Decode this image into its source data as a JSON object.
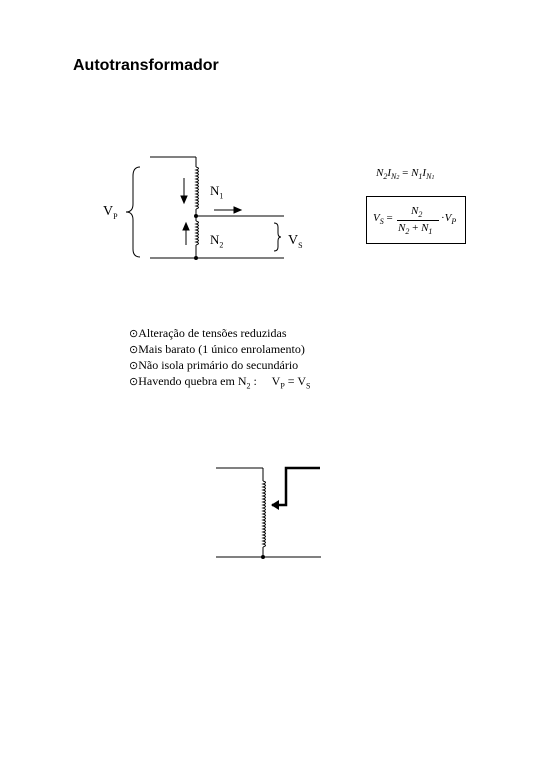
{
  "title": "Autotransformador",
  "diagram1": {
    "n1": "N",
    "n1_sub": "1",
    "n2": "N",
    "n2_sub": "2",
    "vp": "V",
    "vp_sub": "P",
    "vs": "V",
    "vs_sub": "S"
  },
  "formula1": {
    "left": "N",
    "left_sub": "2",
    "i1": "I",
    "i1_sub": "N",
    "i1_subsub": "2",
    "eq": "=",
    "right": "N",
    "right_sub": "1",
    "i2": "I",
    "i2_sub": "N",
    "i2_subsub": "1"
  },
  "formula2": {
    "lhs": "V",
    "lhs_sub": "S",
    "eq": "=",
    "num": "N",
    "num_sub": "2",
    "den_a": "N",
    "den_a_sub": "2",
    "den_plus": "+",
    "den_b": "N",
    "den_b_sub": "1",
    "dot": "·",
    "rhs": "V",
    "rhs_sub": "P"
  },
  "bullets": [
    {
      "symbol": "⊙",
      "text": "Alteração de tensões reduzidas"
    },
    {
      "symbol": "⊙",
      "text": "Mais barato (1 único enrolamento)"
    },
    {
      "symbol": "⊙",
      "text": "Não isola primário do secundário"
    },
    {
      "symbol": "⊙",
      "text": "Havendo quebra em N",
      "sub": "2",
      "tail": " :     V",
      "tail_sub": "P",
      "tail2": " = V",
      "tail2_sub": "S"
    }
  ]
}
